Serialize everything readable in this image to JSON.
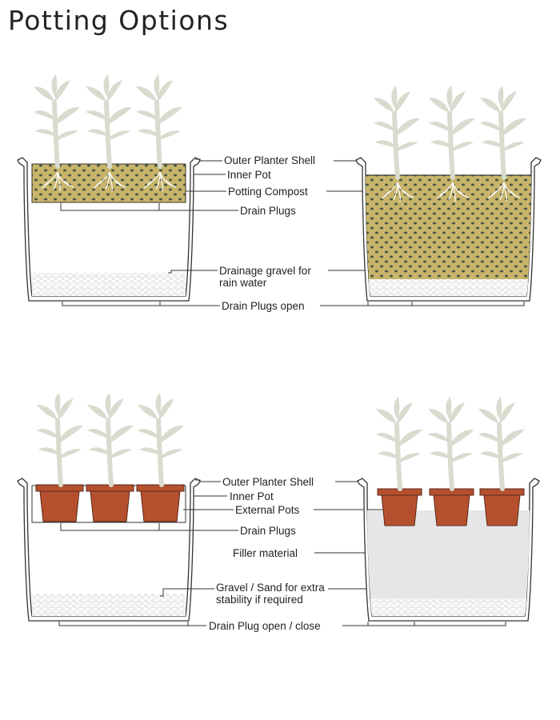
{
  "title": "Potting Options",
  "colors": {
    "compost": "#c8b46a",
    "compost_dots": "#4a5a45",
    "terracotta": "#b5502f",
    "filler": "#e6e6e8",
    "plant": "#d8dccf",
    "gravel": "#e9e9e9",
    "outline": "#333333"
  },
  "top_section": {
    "labels": {
      "outer_shell": "Outer Planter Shell",
      "inner_pot": "Inner Pot",
      "potting_compost": "Potting Compost",
      "drain_plugs": "Drain Plugs",
      "drainage_gravel_line1": "Drainage gravel for",
      "drainage_gravel_line2": "rain water",
      "drain_plugs_open": "Drain Plugs open"
    }
  },
  "bottom_section": {
    "labels": {
      "outer_shell": "Outer Planter Shell",
      "inner_pot": "Inner Pot",
      "external_pots": "External Pots",
      "drain_plugs": "Drain Plugs",
      "filler_material": "Filler material",
      "gravel_line1": "Gravel / Sand for extra",
      "gravel_line2": "stability if required",
      "drain_plug_open_close": "Drain  Plug open / close"
    }
  }
}
